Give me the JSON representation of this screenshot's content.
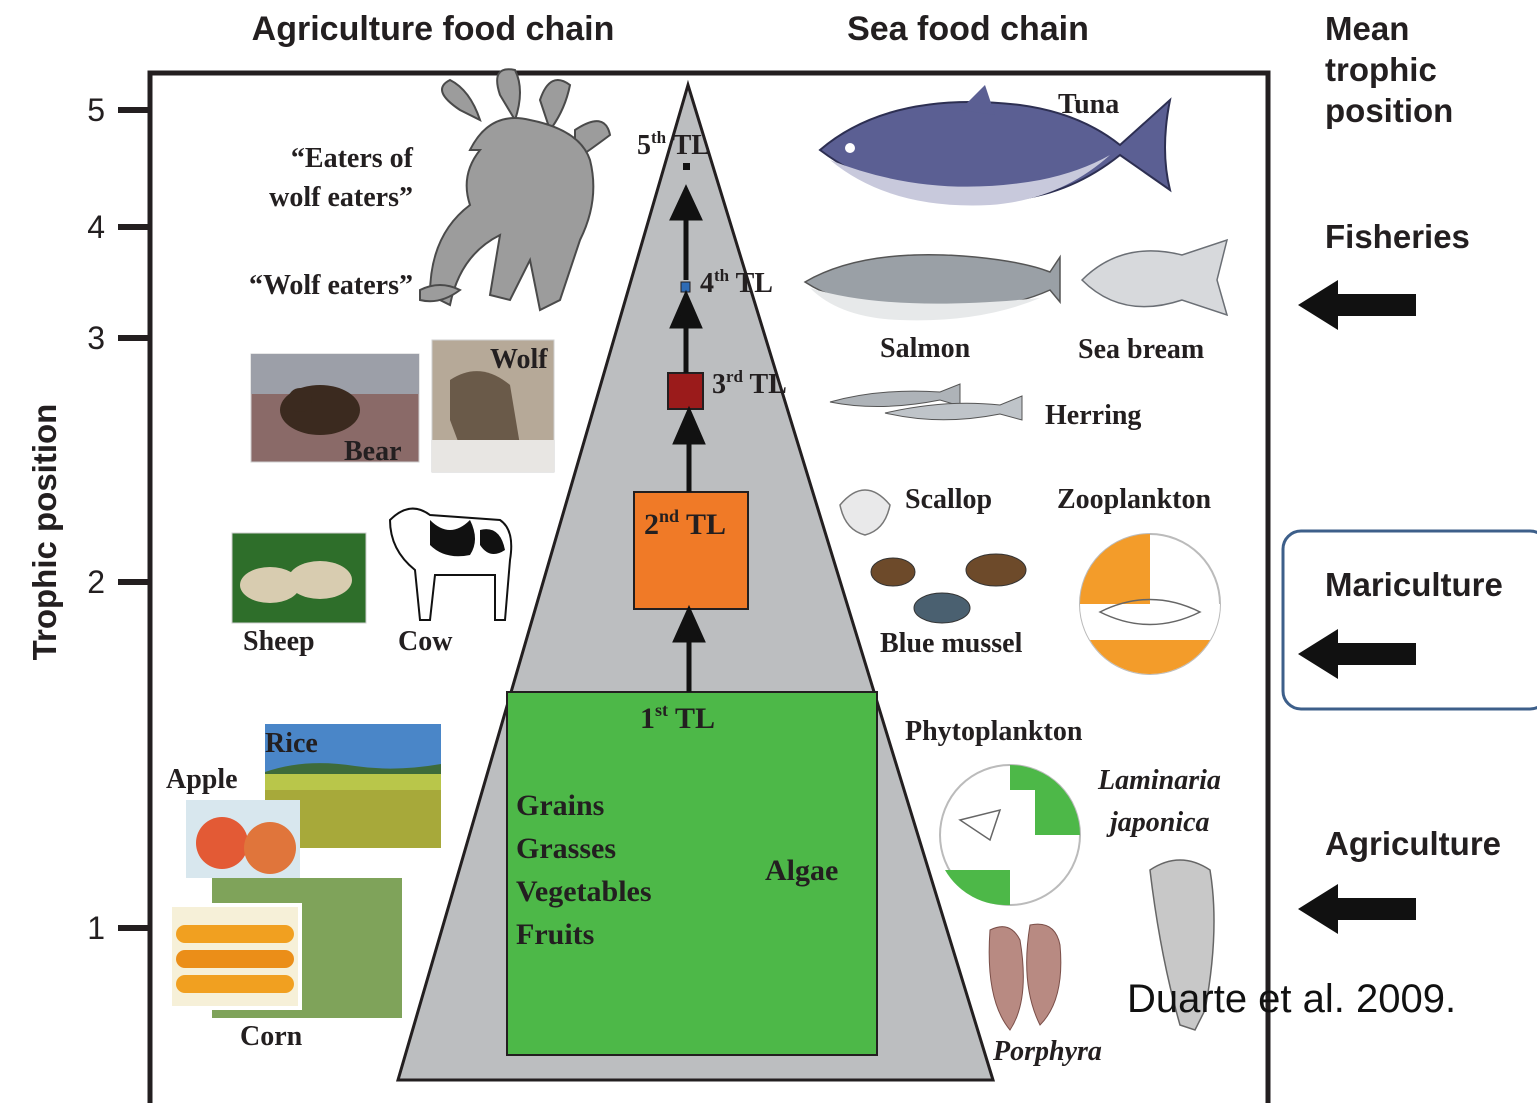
{
  "headers": {
    "agriculture": "Agriculture food chain",
    "sea": "Sea food chain",
    "mean_line1": "Mean",
    "mean_line2": "trophic",
    "mean_line3": "position"
  },
  "y_axis": {
    "label": "Trophic position",
    "ticks": [
      "5",
      "4",
      "3",
      "2",
      "1"
    ]
  },
  "pyramid": {
    "levels": [
      {
        "label": "1",
        "suffix": "st",
        "rest": " TL",
        "color": "#4db848"
      },
      {
        "label": "2",
        "suffix": "nd",
        "rest": " TL",
        "color": "#f07a27"
      },
      {
        "label": "3",
        "suffix": "rd",
        "rest": " TL",
        "color": "#9b1b1b"
      },
      {
        "label": "4",
        "suffix": "th",
        "rest": " TL",
        "color": "#2e6bb5"
      },
      {
        "label": "5",
        "suffix": "th",
        "rest": " TL",
        "color": "#111111"
      }
    ],
    "base_items": [
      "Grains",
      "Grasses",
      "Vegetables",
      "Fruits"
    ],
    "algae": "Algae",
    "pyramid_color": "#bcbec0"
  },
  "agri_labels": {
    "eaters_line1": "“Eaters of",
    "eaters_line2": "wolf eaters”",
    "wolf_eaters": "“Wolf eaters”",
    "wolf": "Wolf",
    "bear": "Bear",
    "sheep": "Sheep",
    "cow": "Cow",
    "rice": "Rice",
    "apple": "Apple",
    "corn": "Corn"
  },
  "sea_labels": {
    "tuna": "Tuna",
    "salmon": "Salmon",
    "sea_bream": "Sea bream",
    "herring": "Herring",
    "scallop": "Scallop",
    "zooplankton": "Zooplankton",
    "blue_mussel": "Blue mussel",
    "phytoplankton": "Phytoplankton",
    "laminaria_line1": "Laminaria",
    "laminaria_line2": "japonica",
    "porphyra": "Porphyra"
  },
  "right_column": {
    "fisheries": "Fisheries",
    "mariculture": "Mariculture",
    "agriculture": "Agriculture"
  },
  "citation": "Duarte et al. 2009.",
  "colors": {
    "highlight_border": "#3d5f8a",
    "zoo_orange": "#f39c2a",
    "phyto_green": "#4db848"
  }
}
